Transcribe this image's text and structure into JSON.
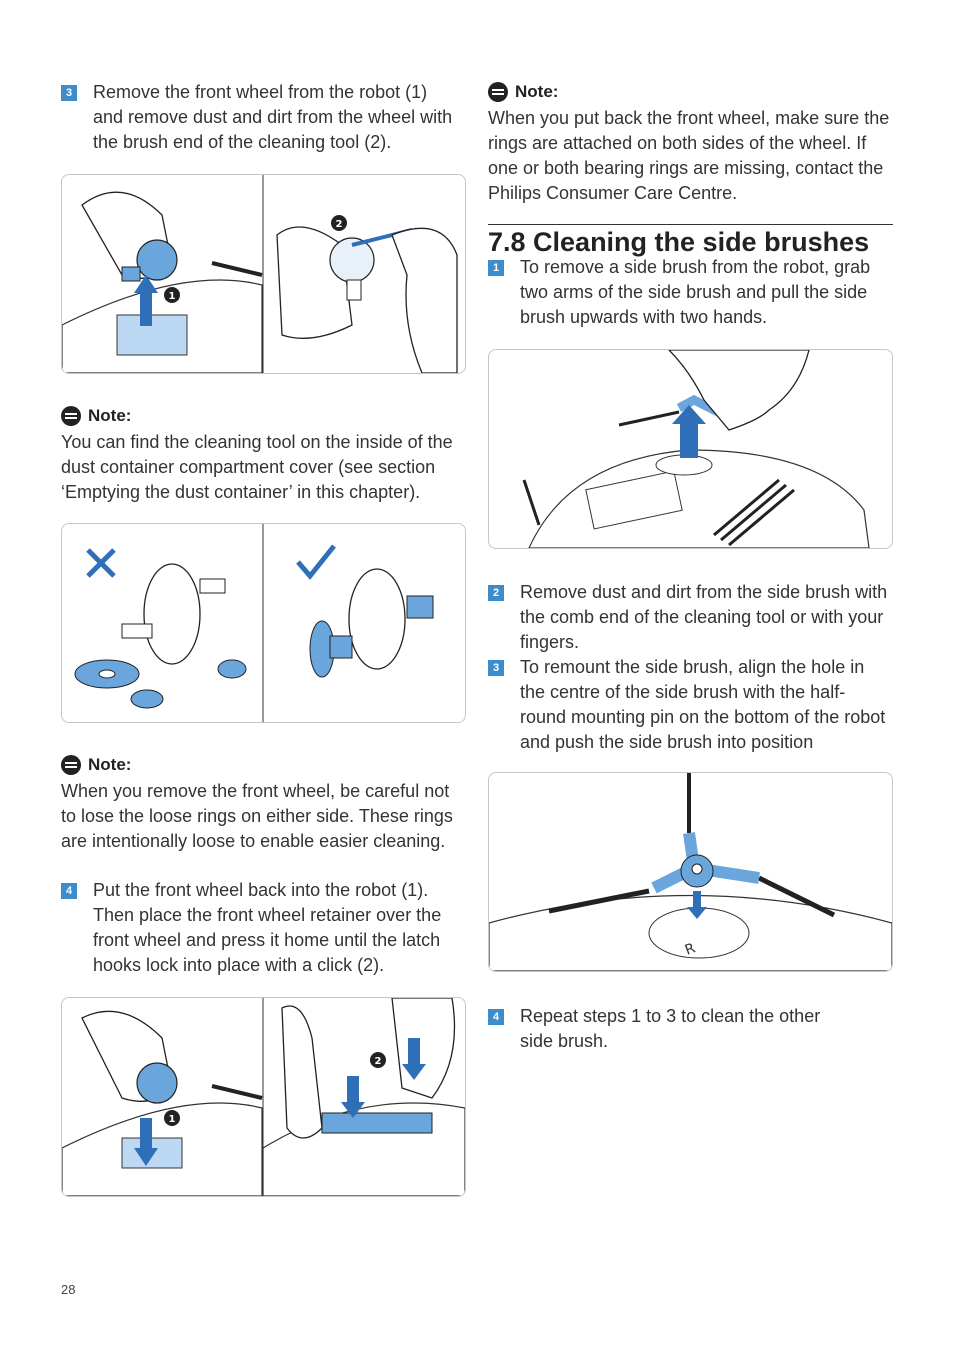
{
  "left": {
    "step3": {
      "num": "3",
      "text": "Remove the front wheel from the robot (1) and remove dust and dirt from the wheel with the brush end of the cleaning tool (2)."
    },
    "figure1": {
      "callout1": "1",
      "callout2": "2"
    },
    "note1": {
      "title": "Note:",
      "text": "You can find the cleaning tool on the inside of the dust container compartment cover (see section ‘Emptying the dust container’ in this chapter)."
    },
    "note2": {
      "title": "Note:",
      "text": "When you remove the front wheel, be careful not to lose the loose rings on either side. These rings are intentionally loose to enable easier cleaning."
    },
    "step4": {
      "num": "4",
      "text": "Put the front wheel back into the robot (1). Then place the front wheel retainer over the front wheel and press it home until the latch hooks lock into place with a click (2)."
    },
    "figure3": {
      "callout1": "1",
      "callout2": "2"
    }
  },
  "right": {
    "note3": {
      "title": "Note:",
      "text": "When you put back the front wheel, make sure the rings are attached on both sides of the wheel. If one or both bearing rings are missing, contact the Philips Consumer Care Centre."
    },
    "section_heading": "7.8  Cleaning the side brushes",
    "step1": {
      "num": "1",
      "text": "To remove a side brush from the robot, grab two arms of the side brush and pull the side brush upwards with two hands."
    },
    "step2": {
      "num": "2",
      "text": "Remove dust and dirt from the side brush with the comb end of the cleaning tool or with your fingers."
    },
    "step3": {
      "num": "3",
      "text": "To remount the side brush, align the hole in the centre of the side brush with the half-round mounting pin on the bottom of the robot and push the side brush into position"
    },
    "figure5": {
      "pin_label": "R"
    },
    "step4": {
      "num": "4",
      "text": "Repeat steps 1 to 3 to clean the other side brush."
    }
  },
  "page_number": "28",
  "colors": {
    "accent_blue": "#3d8ccc",
    "illustration_blue": "#6aa5dc",
    "cross": "#2f6fb8"
  }
}
